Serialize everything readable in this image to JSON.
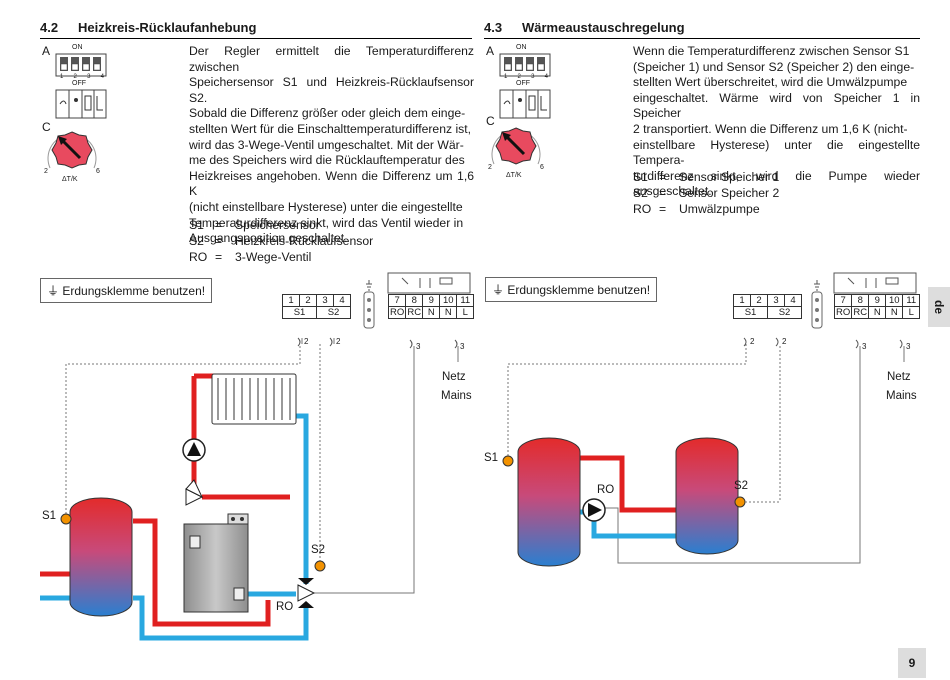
{
  "side_tab": "de",
  "page_number": "9",
  "section_left": {
    "number": "4.2",
    "title": "Heizkreis-Rücklaufanhebung",
    "label_a": "A",
    "label_c": "C",
    "dip_on": "ON",
    "dip_off": "OFF",
    "dip_numbers": [
      "1",
      "2",
      "3",
      "4"
    ],
    "dial_min": "2",
    "dial_max": "6",
    "dial_label": "ΔT/K",
    "text": [
      "Der Regler ermittelt die Temperaturdifferenz zwischen",
      "Speichersensor S1 und Heizkreis-Rücklaufsensor S2.",
      "Sobald die Differenz größer oder gleich dem einge-",
      "stellten Wert für die Einschalttemperaturdifferenz ist,",
      "wird das 3-Wege-Ventil umgeschaltet. Mit der Wär-",
      "me des Speichers wird die Rücklauftemperatur des",
      "Heizkreises angehoben. Wenn die Differenz um 1,6 K",
      "(nicht einstellbare Hysterese) unter die eingestellte",
      "Temperaturdifferenz sinkt, wird das Ventil wieder in",
      "Ausgangsposition geschaltet."
    ],
    "legend": [
      {
        "key": "S1",
        "desc": "Speichersensor"
      },
      {
        "key": "S2",
        "desc": "Heizkreis-Rücklaufsensor"
      },
      {
        "key": "RO",
        "desc": "3-Wege-Ventil"
      }
    ]
  },
  "section_right": {
    "number": "4.3",
    "title": "Wärmeaustauschregelung",
    "label_a": "A",
    "label_c": "C",
    "dip_on": "ON",
    "dip_off": "OFF",
    "dip_numbers": [
      "1",
      "2",
      "3",
      "4"
    ],
    "dial_min": "2",
    "dial_max": "6",
    "dial_label": "ΔT/K",
    "text": [
      "Wenn die Temperaturdifferenz zwischen Sensor S1",
      "(Speicher 1) und Sensor S2 (Speicher 2) den einge-",
      "stellten Wert überschreitet, wird die Umwälzpumpe",
      "eingeschaltet. Wärme wird von Speicher 1 in Speicher",
      "2 transportiert. Wenn die Differenz um 1,6 K (nicht-",
      "einstellbare Hysterese) unter die eingestellte Tempera-",
      "turdifferenz sinkt, wird die Pumpe wieder ausgeschaltet."
    ],
    "legend": [
      {
        "key": "S1",
        "desc": "Sensor Speicher 1"
      },
      {
        "key": "S2",
        "desc": "Sensor Speicher 2"
      },
      {
        "key": "RO",
        "desc": "Umwälzpumpe"
      }
    ]
  },
  "diagram_left": {
    "earth_note": "Erdungsklemme benutzen!",
    "terminals_top": [
      "1",
      "2",
      "3",
      "4"
    ],
    "terminals_sub": [
      "S1",
      "S2"
    ],
    "relay_top": [
      "7",
      "8",
      "9",
      "10",
      "11"
    ],
    "relay_sub": [
      "RO",
      "RC",
      "N",
      "N",
      "L"
    ],
    "wire_2a": "2",
    "wire_2b": "2",
    "wire_3a": "3",
    "wire_3b": "3",
    "mains_de": "Netz",
    "mains_en": "Mains",
    "s1": "S1",
    "s2": "S2",
    "ro": "RO"
  },
  "diagram_right": {
    "earth_note": "Erdungsklemme benutzen!",
    "terminals_top": [
      "1",
      "2",
      "3",
      "4"
    ],
    "terminals_sub": [
      "S1",
      "S2"
    ],
    "relay_top": [
      "7",
      "8",
      "9",
      "10",
      "11"
    ],
    "relay_sub": [
      "RO",
      "RC",
      "N",
      "N",
      "L"
    ],
    "wire_2a": "2",
    "wire_2b": "2",
    "wire_3a": "3",
    "wire_3b": "3",
    "mains_de": "Netz",
    "mains_en": "Mains",
    "s1": "S1",
    "s2": "S2",
    "ro": "RO"
  },
  "colors": {
    "hot": "#e02020",
    "cold": "#29a8e0",
    "sensor": "#f39200",
    "dial": "#e84a5f"
  }
}
